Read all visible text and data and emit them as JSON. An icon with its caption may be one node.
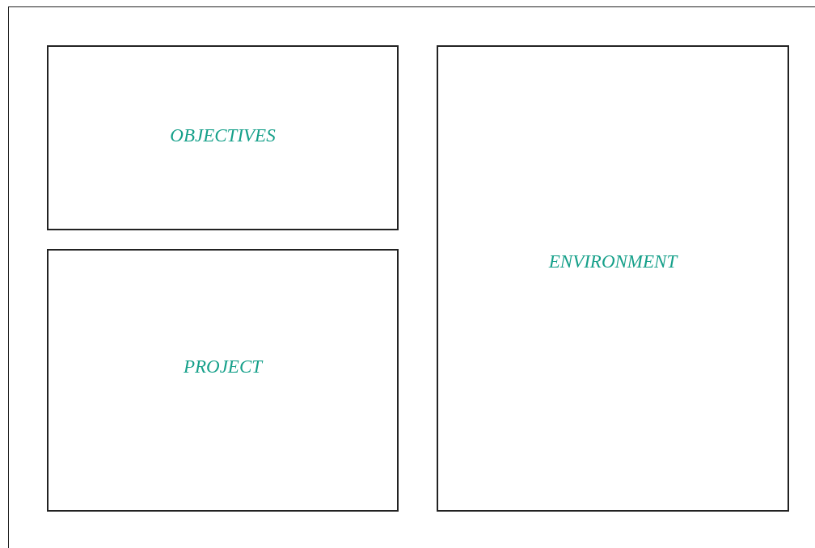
{
  "diagram": {
    "nodes": [
      {
        "text": [
          "OBJECTIVES"
        ]
      },
      {
        "text": [
          "PROJECT"
        ]
      },
      {
        "text": [
          "ENVIRONMENT"
        ]
      }
    ]
  }
}
